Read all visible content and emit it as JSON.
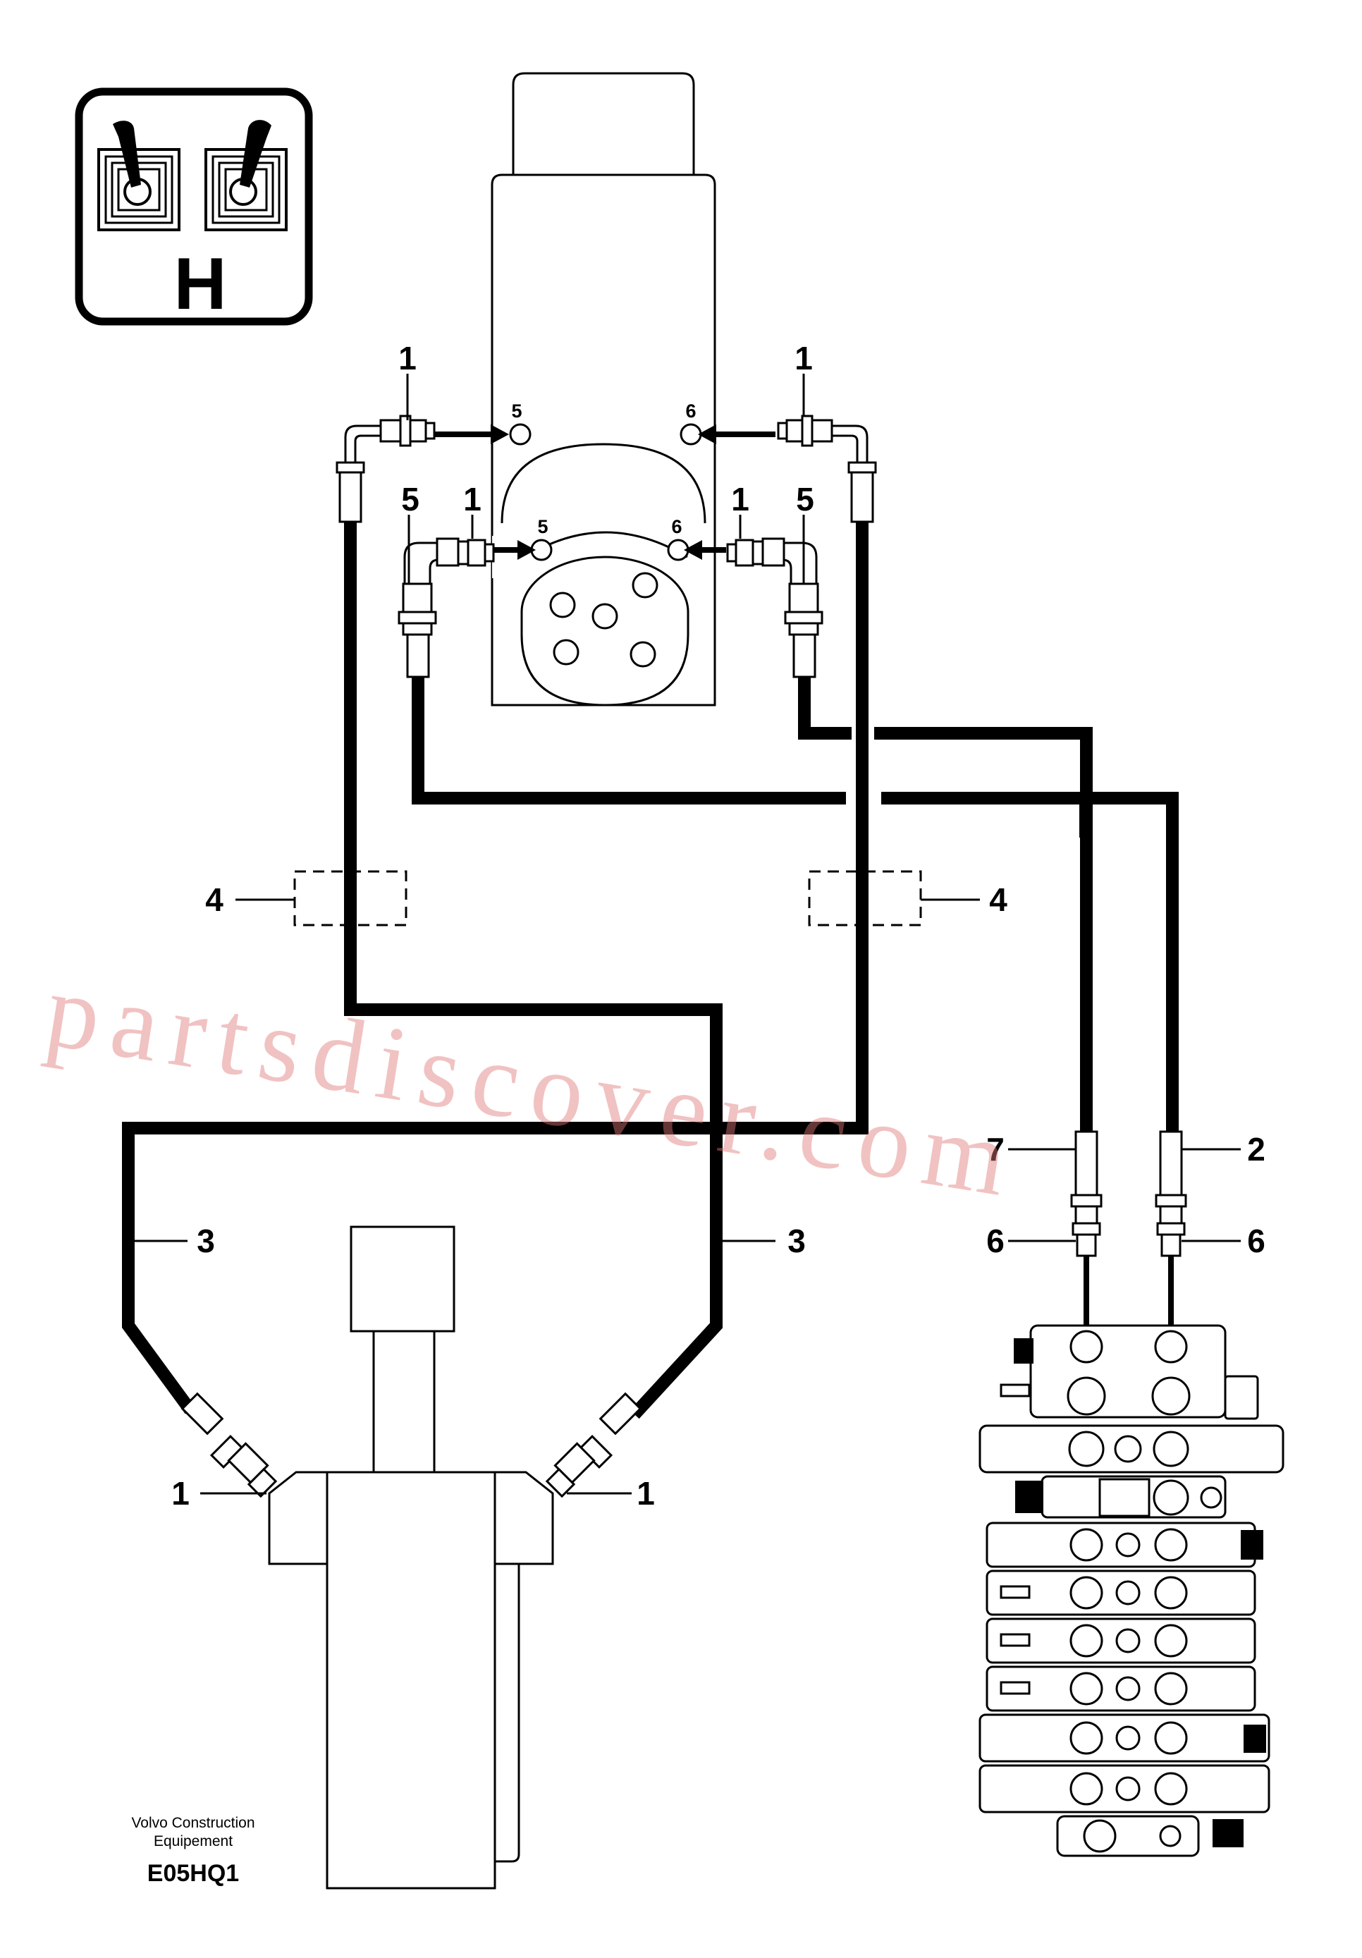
{
  "symbol": {
    "letter": "H",
    "icon": "dual-joystick-icon"
  },
  "ports": {
    "a": "5",
    "b": "6"
  },
  "callouts": {
    "c1": "1",
    "c2": "2",
    "c3": "3",
    "c4": "4",
    "c5": "5",
    "c6": "6",
    "c7": "7"
  },
  "footer": {
    "maker_line1": "Volvo Construction",
    "maker_line2": "Equipement",
    "code": "E05HQ1"
  },
  "watermark": "partsdiscover.com",
  "colors": {
    "line": "#000000",
    "watermark": "#e07878",
    "background": "#ffffff"
  }
}
